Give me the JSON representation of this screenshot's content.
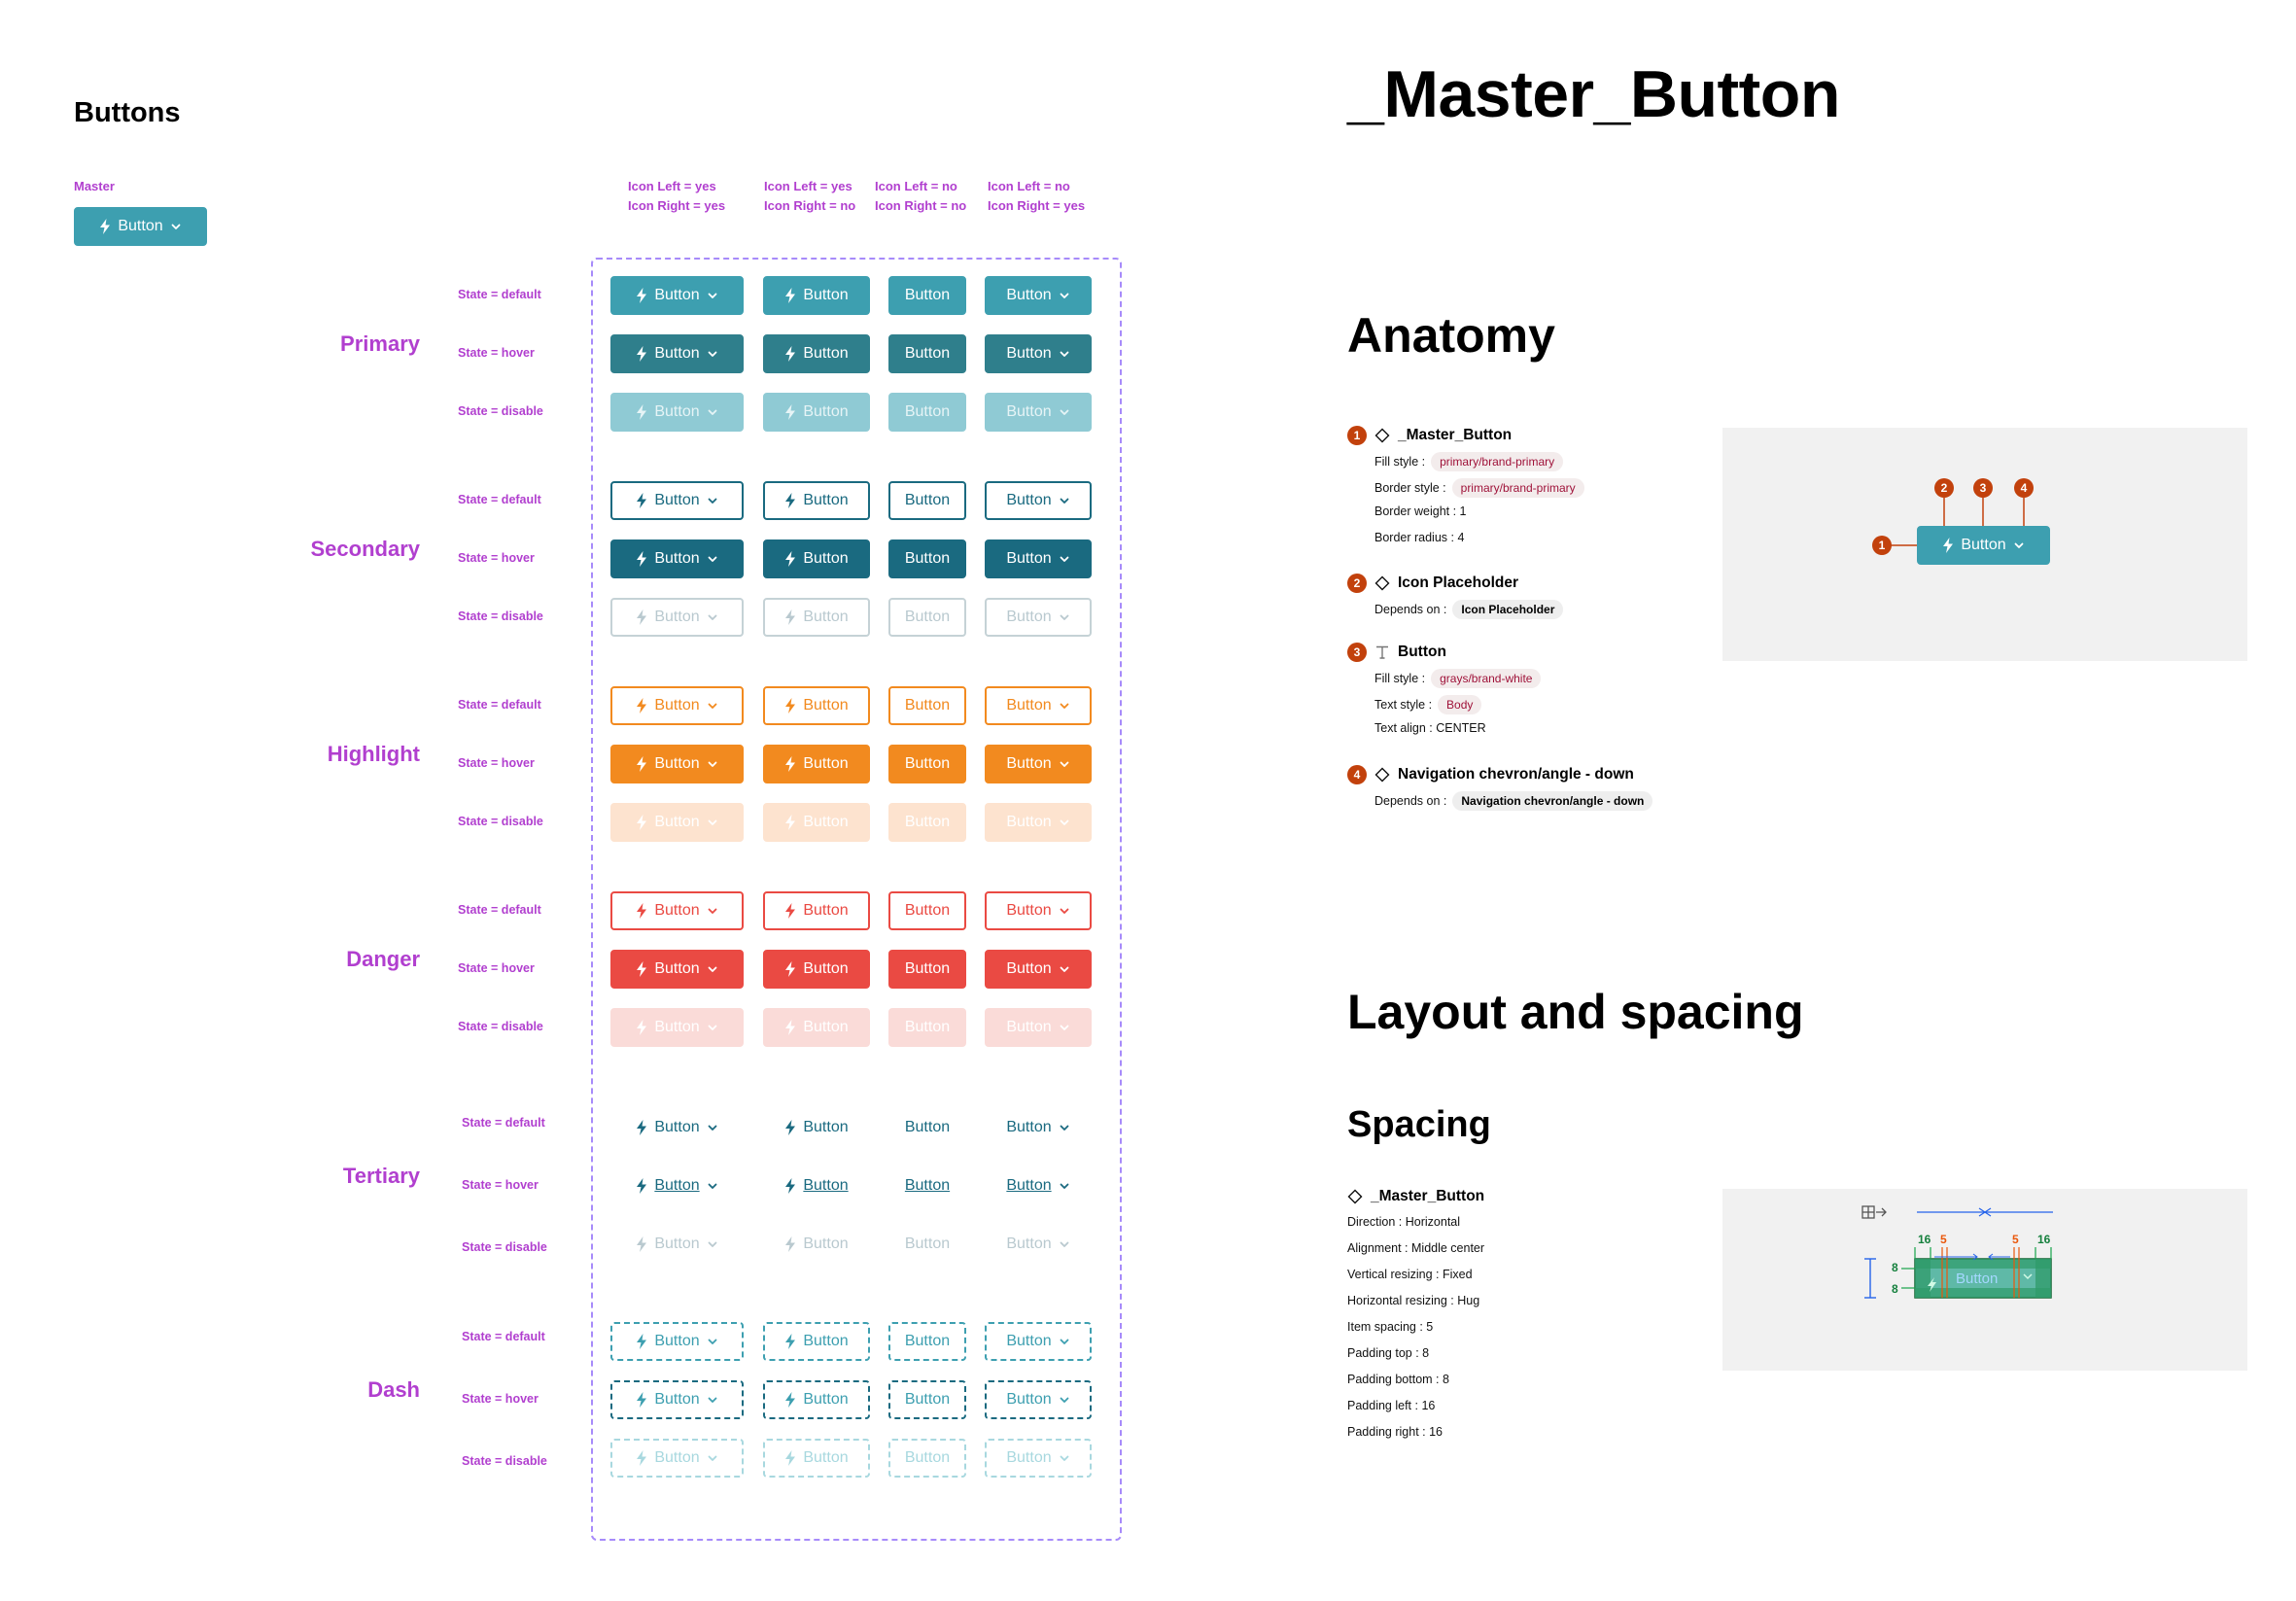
{
  "left": {
    "title": "Buttons",
    "master_label": "Master",
    "master_button_label": "Button"
  },
  "columns": [
    {
      "line1": "Icon Left = yes",
      "line2": "Icon Right = yes"
    },
    {
      "line1": "Icon Left = yes",
      "line2": "Icon Right = no"
    },
    {
      "line1": "Icon Left = no",
      "line2": "Icon Right = no"
    },
    {
      "line1": "Icon Left = no",
      "line2": "Icon Right = yes"
    }
  ],
  "button_label": "Button",
  "variants": [
    {
      "name": "Primary",
      "states": [
        "State = default",
        "State = hover",
        "State = disable"
      ]
    },
    {
      "name": "Secondary",
      "states": [
        "State = default",
        "State = hover",
        "State = disable"
      ]
    },
    {
      "name": "Highlight",
      "states": [
        "State = default",
        "State = hover",
        "State = disable"
      ]
    },
    {
      "name": "Danger",
      "states": [
        "State = default",
        "State = hover",
        "State = disable"
      ]
    },
    {
      "name": "Tertiary",
      "states": [
        "State = default",
        "State = hover",
        "State = disable"
      ]
    },
    {
      "name": "Dash",
      "states": [
        "State = default",
        "State = hover",
        "State = disable"
      ]
    }
  ],
  "right": {
    "title": "_Master_Button",
    "anatomy_title": "Anatomy",
    "layout_title": "Layout and spacing",
    "spacing_title": "Spacing"
  },
  "anatomy": [
    {
      "num": "1",
      "icon": "component-diamond-icon",
      "name": "_Master_Button",
      "props": [
        {
          "label": "Fill style :",
          "chip": "primary/brand-primary"
        },
        {
          "label": "Border style :",
          "chip": "primary/brand-primary"
        },
        {
          "label": "Border weight : 1"
        },
        {
          "label": "Border radius : 4"
        }
      ]
    },
    {
      "num": "2",
      "icon": "component-diamond-icon",
      "name": "Icon Placeholder",
      "props": [
        {
          "label": "Depends on :",
          "chip": "Icon Placeholder",
          "dark": true
        }
      ]
    },
    {
      "num": "3",
      "icon": "text-t-icon",
      "name": "Button",
      "props": [
        {
          "label": "Fill style :",
          "chip": "grays/brand-white"
        },
        {
          "label": "Text style :",
          "chip": "Body"
        },
        {
          "label": "Text align : CENTER"
        }
      ]
    },
    {
      "num": "4",
      "icon": "component-diamond-icon",
      "name": "Navigation chevron/angle - down",
      "props": [
        {
          "label": "Depends on :",
          "chip": "Navigation chevron/angle - down",
          "dark": true
        }
      ]
    }
  ],
  "anatomy_preview": {
    "button_label": "Button",
    "markers": [
      "1",
      "2",
      "3",
      "4"
    ]
  },
  "spacing": {
    "component": "_Master_Button",
    "props": [
      "Direction : Horizontal",
      "Alignment : Middle center",
      "Vertical resizing : Fixed",
      "Horizontal resizing : Hug",
      "Item spacing : 5",
      "Padding top : 8",
      "Padding bottom : 8",
      "Padding left : 16",
      "Padding right : 16"
    ],
    "preview": {
      "left": "16",
      "gap1": "5",
      "gap2": "5",
      "right": "16",
      "top": "8",
      "bottom": "8",
      "button_label": "Button"
    }
  },
  "colors": {
    "primary": "#3d9fb0",
    "primary_hover": "#2f7f8c",
    "primary_disable": "#8fcad4",
    "secondary": "#1a6a80",
    "secondary_disable": "#b9c9cf",
    "highlight": "#f28a1f",
    "highlight_disable": "#fde3cf",
    "danger": "#ea4a43",
    "danger_disable": "#fadbd8",
    "label_pink": "#b13fcf",
    "marker": "#c2410c"
  }
}
